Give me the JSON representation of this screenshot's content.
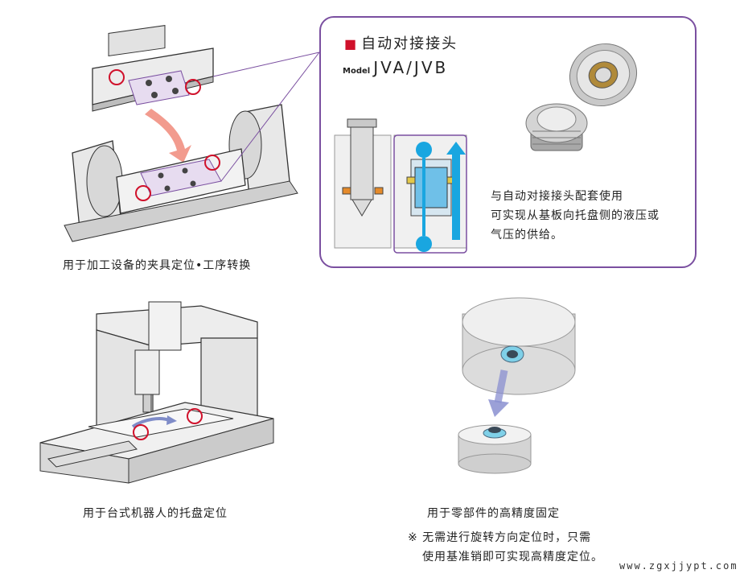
{
  "section1": {
    "caption": "用于加工设备的夹具定位•工序转换"
  },
  "callout": {
    "title": "自动对接接头",
    "model_prefix": "Model",
    "model_name": "JVA/JVB",
    "description": [
      "与自动对接接头配套使用",
      "可实现从基板向托盘侧的液压或",
      "气压的供给。"
    ]
  },
  "section2": {
    "caption": "用于台式机器人的托盘定位"
  },
  "section3": {
    "caption": "用于零部件的高精度固定",
    "note": [
      "※ 无需进行旋转方向定位时，只需",
      "使用基准销即可实现高精度定位。"
    ]
  },
  "watermark": "www.zgxjjypt.com",
  "colors": {
    "accent_red": "#d0112b",
    "callout_border": "#7a4fa0",
    "flow_blue": "#19a6e0"
  }
}
